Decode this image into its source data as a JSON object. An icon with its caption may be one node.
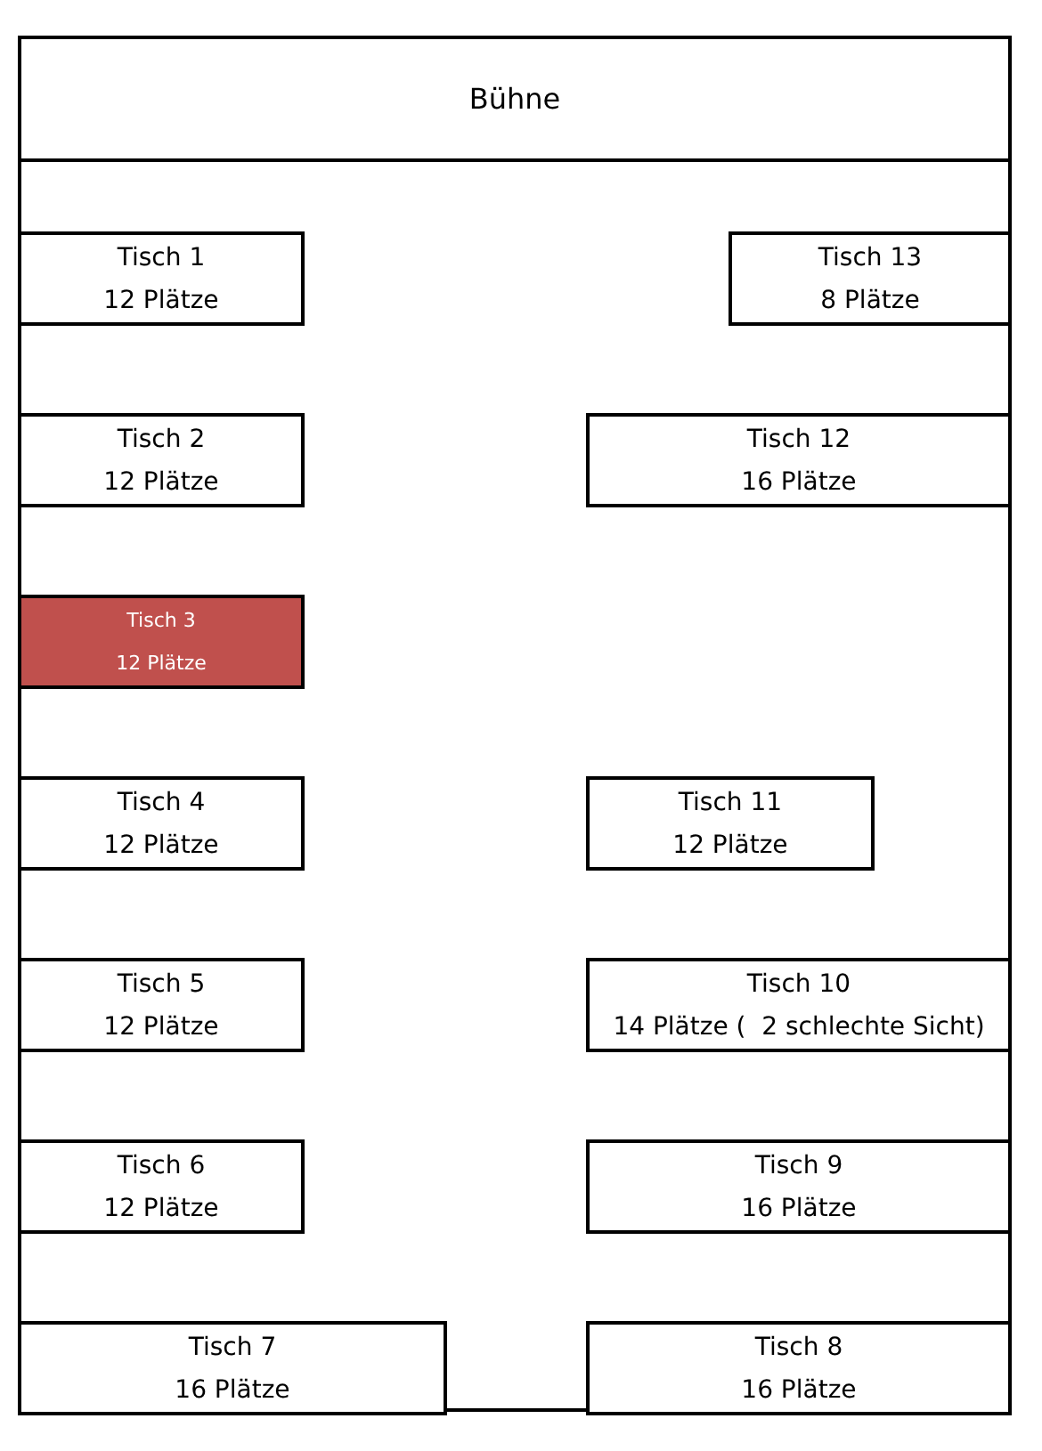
{
  "diagram": {
    "nodes": [
      {
        "text": [
          "Bühne"
        ]
      },
      {
        "text": [
          "Tisch 1",
          "12 Plätze"
        ]
      },
      {
        "text": [
          "Tisch 13",
          "8 Plätze"
        ]
      },
      {
        "text": [
          "Tisch 2",
          "12 Plätze"
        ]
      },
      {
        "text": [
          "Tisch 12",
          "16 Plätze"
        ]
      },
      {
        "text": [
          "Tisch 3",
          "12 Plätze"
        ]
      },
      {
        "text": [
          "Tisch 4",
          "12 Plätze"
        ]
      },
      {
        "text": [
          "Tisch 11",
          "12 Plätze"
        ]
      },
      {
        "text": [
          "Tisch 5",
          "12 Plätze"
        ]
      },
      {
        "text": [
          "Tisch 10",
          "14 Plätze (  2 schlechte Sicht)"
        ]
      },
      {
        "text": [
          "Tisch 6",
          "12 Plätze"
        ]
      },
      {
        "text": [
          "Tisch 9",
          "16 Plätze"
        ]
      },
      {
        "text": [
          "Tisch 7",
          "16 Plätze"
        ]
      },
      {
        "text": [
          "Tisch 8",
          "16 Plätze"
        ]
      }
    ],
    "edges": []
  }
}
